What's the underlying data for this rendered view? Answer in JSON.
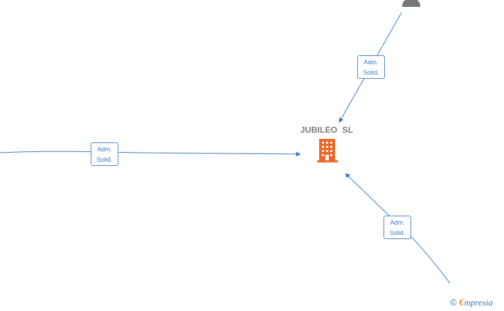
{
  "company": {
    "name": "JUBILEO  SL",
    "icon": "building-icon",
    "icon_color": "#f26522"
  },
  "person_icon": "person-icon",
  "person_color": "#777777",
  "edge_color": "#3a7ac0",
  "edges": [
    {
      "id": "edge-top",
      "role_line1": "Adm.",
      "role_line2": "Solid."
    },
    {
      "id": "edge-left",
      "role_line1": "Adm.",
      "role_line2": "Solid."
    },
    {
      "id": "edge-bottom",
      "role_line1": "Adm.",
      "role_line2": "Solid."
    }
  ],
  "watermark": {
    "copyright": "©",
    "brand_initial": "€",
    "brand_rest": "mpresia"
  }
}
